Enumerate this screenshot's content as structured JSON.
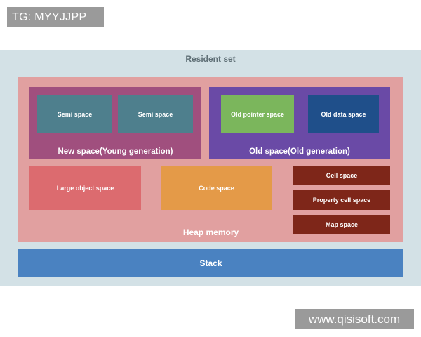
{
  "watermarks": {
    "top": "TG: MYYJJPP",
    "bottom": "www.qisisoft.com"
  },
  "resident_set": {
    "title": "Resident set",
    "heap": {
      "title": "Heap memory",
      "new_space": {
        "title": "New space(Young generation)",
        "semi_1": "Semi space",
        "semi_2": "Semi space"
      },
      "old_space": {
        "title": "Old space(Old generation)",
        "old_pointer": "Old pointer space",
        "old_data": "Old data space"
      },
      "large_object": "Large object space",
      "code": "Code space",
      "cell": "Cell space",
      "property_cell": "Property cell space",
      "map": "Map space"
    },
    "stack": "Stack"
  },
  "colors": {
    "resident_bg": "#d3e1e6",
    "heap_bg": "#e1a0a0",
    "new_space": "#a04f7e",
    "semi_space": "#4e7f8d",
    "old_space": "#6a4aa6",
    "old_pointer": "#7bb65c",
    "old_data": "#1f4f8a",
    "large_object": "#dc6b6f",
    "code": "#e49a48",
    "cell_map": "#7e2619",
    "stack": "#4a82c1"
  }
}
